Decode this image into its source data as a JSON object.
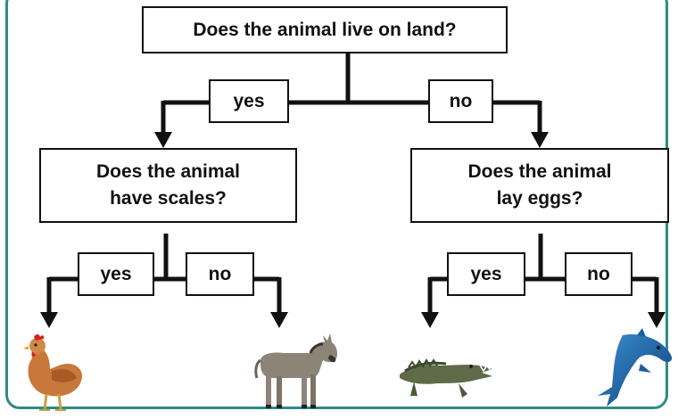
{
  "root_question": "Does the animal live on land?",
  "left_branch": {
    "edge_label": "yes",
    "question": "Does the animal\nhave scales?",
    "yes_label": "yes",
    "no_label": "no"
  },
  "right_branch": {
    "edge_label": "no",
    "question": "Does the animal\nlay eggs?",
    "yes_label": "yes",
    "no_label": "no"
  },
  "leaves": [
    "chicken-image",
    "donkey-image",
    "crocodile-image",
    "dolphin-image"
  ],
  "colors": {
    "frame": "#2e8b88",
    "line": "#111111"
  }
}
